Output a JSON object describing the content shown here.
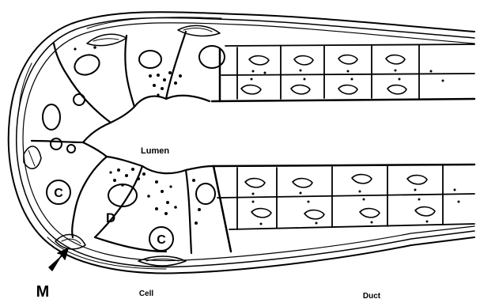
{
  "figure": {
    "labels": {
      "lumen": "Lumen",
      "cell_c_upper": "C",
      "cell_d": "D",
      "cell_c_lower": "C",
      "m": "M",
      "cell_bottom": "Cell",
      "duct_bottom": "Duct"
    },
    "colors": {
      "ink": "#000000",
      "paper": "#ffffff"
    }
  }
}
